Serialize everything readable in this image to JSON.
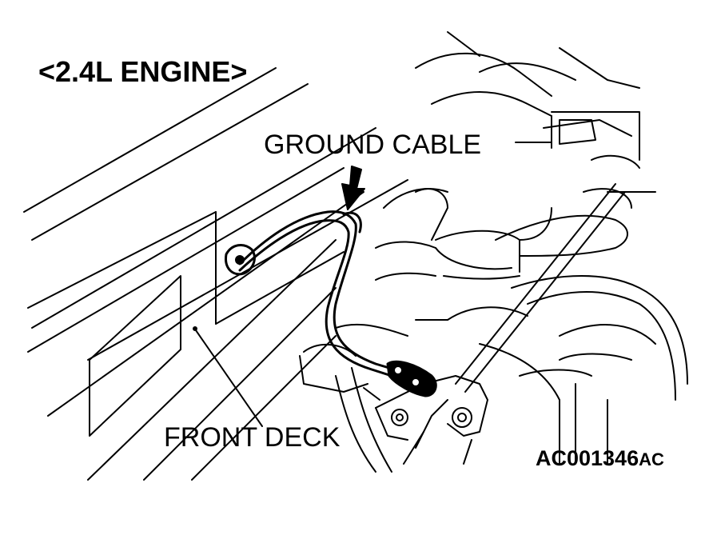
{
  "title": "<2.4L ENGINE>",
  "labels": {
    "ground_cable": "GROUND CABLE",
    "front_deck": "FRONT DECK"
  },
  "figure_code": {
    "main": "AC001346",
    "suffix": "AC"
  },
  "colors": {
    "line": "#000000",
    "background": "#ffffff"
  }
}
